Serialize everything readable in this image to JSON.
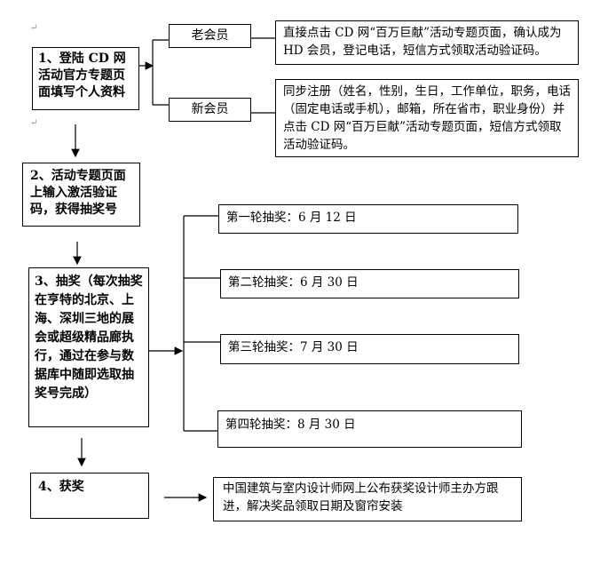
{
  "steps": [
    {
      "text": "1、登陆 CD 网活动官方专题页面填写个人资料"
    },
    {
      "text": "2、活动专题页面上输入激活验证码，获得抽奖号"
    },
    {
      "text": "3、抽奖（每次抽奖在亨特的北京、上海、深圳三地的展会或超级精品廊执行，通过在参与数据库中随即选取抽奖号完成）"
    },
    {
      "text": "4、获奖"
    }
  ],
  "members": {
    "old": {
      "label": "老会员",
      "desc": "直接点击 CD 网“百万巨献”活动专题页面，确认成为 HD 会员，登记电话，短信方式领取活动验证码。"
    },
    "new": {
      "label": "新会员",
      "desc": "同步注册（姓名，性别，生日，工作单位，职务，电话（固定电话或手机），邮箱，所在省市，职业身份）并点击 CD 网“百万巨献”活动专题页面，短信方式领取活动验证码。"
    }
  },
  "rounds": [
    {
      "text": "第一轮抽奖：6 月 12 日"
    },
    {
      "text": "第二轮抽奖：6 月 30 日"
    },
    {
      "text": "第三轮抽奖：7 月 30 日"
    },
    {
      "text": "第四轮抽奖：8 月 30 日"
    }
  ],
  "award_note": "中国建筑与室内设计师网上公布获奖设计师主办方跟进，解决奖品领取日期及窗帘安装",
  "para_mark": "↵"
}
